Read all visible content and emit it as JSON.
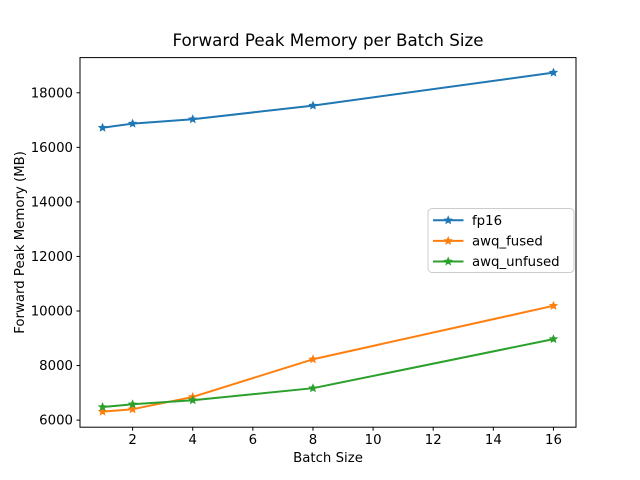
{
  "chart_data": {
    "type": "line",
    "title": "Forward Peak Memory per Batch Size",
    "xlabel": "Batch Size",
    "ylabel": "Forward Peak Memory (MB)",
    "x": [
      1,
      2,
      4,
      8,
      16
    ],
    "series": [
      {
        "name": "fp16",
        "color": "#1f77b4",
        "values": [
          16720,
          16870,
          17030,
          17530,
          18740
        ]
      },
      {
        "name": "awq_fused",
        "color": "#ff7f0e",
        "values": [
          6310,
          6400,
          6850,
          8230,
          10190
        ]
      },
      {
        "name": "awq_unfused",
        "color": "#2ca02c",
        "values": [
          6480,
          6580,
          6730,
          7170,
          8970
        ]
      }
    ],
    "xticks": [
      2,
      4,
      6,
      8,
      10,
      12,
      14,
      16
    ],
    "yticks": [
      6000,
      8000,
      10000,
      12000,
      14000,
      16000,
      18000
    ],
    "xlim": [
      0.25,
      16.75
    ],
    "ylim": [
      5740,
      19290
    ],
    "marker": "star",
    "grid": false,
    "legend_position": "center-right",
    "axis_color": "#000000",
    "background_color": "#ffffff",
    "legend_border_color": "#cccccc"
  }
}
